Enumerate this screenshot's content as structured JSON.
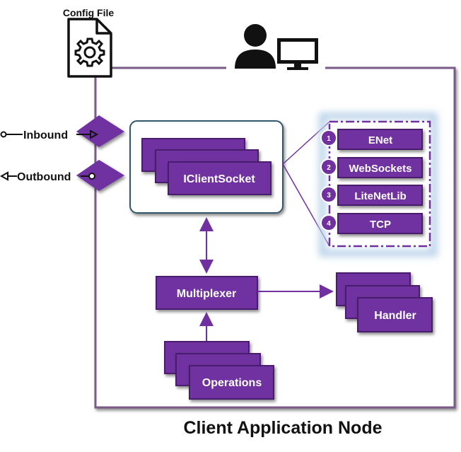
{
  "config_file": {
    "label": "Config File",
    "icon": "config-file-gear-icon"
  },
  "user_icon": "user-computer-icon",
  "ports": {
    "inbound": "Inbound",
    "outbound": "Outbound"
  },
  "socket": {
    "label": "IClientSocket"
  },
  "transports": [
    {
      "num": "1",
      "label": "ENet"
    },
    {
      "num": "2",
      "label": "WebSockets"
    },
    {
      "num": "3",
      "label": "LiteNetLib"
    },
    {
      "num": "4",
      "label": "TCP"
    }
  ],
  "multiplexer": {
    "label": "Multiplexer"
  },
  "handler": {
    "label": "Handler"
  },
  "operations": {
    "label": "Operations"
  },
  "node_title": "Client Application Node",
  "colors": {
    "purple": "#7030a0",
    "dark_purple": "#4a1f6e",
    "frame": "#7a5a86",
    "glow": "#bcd4ea"
  }
}
